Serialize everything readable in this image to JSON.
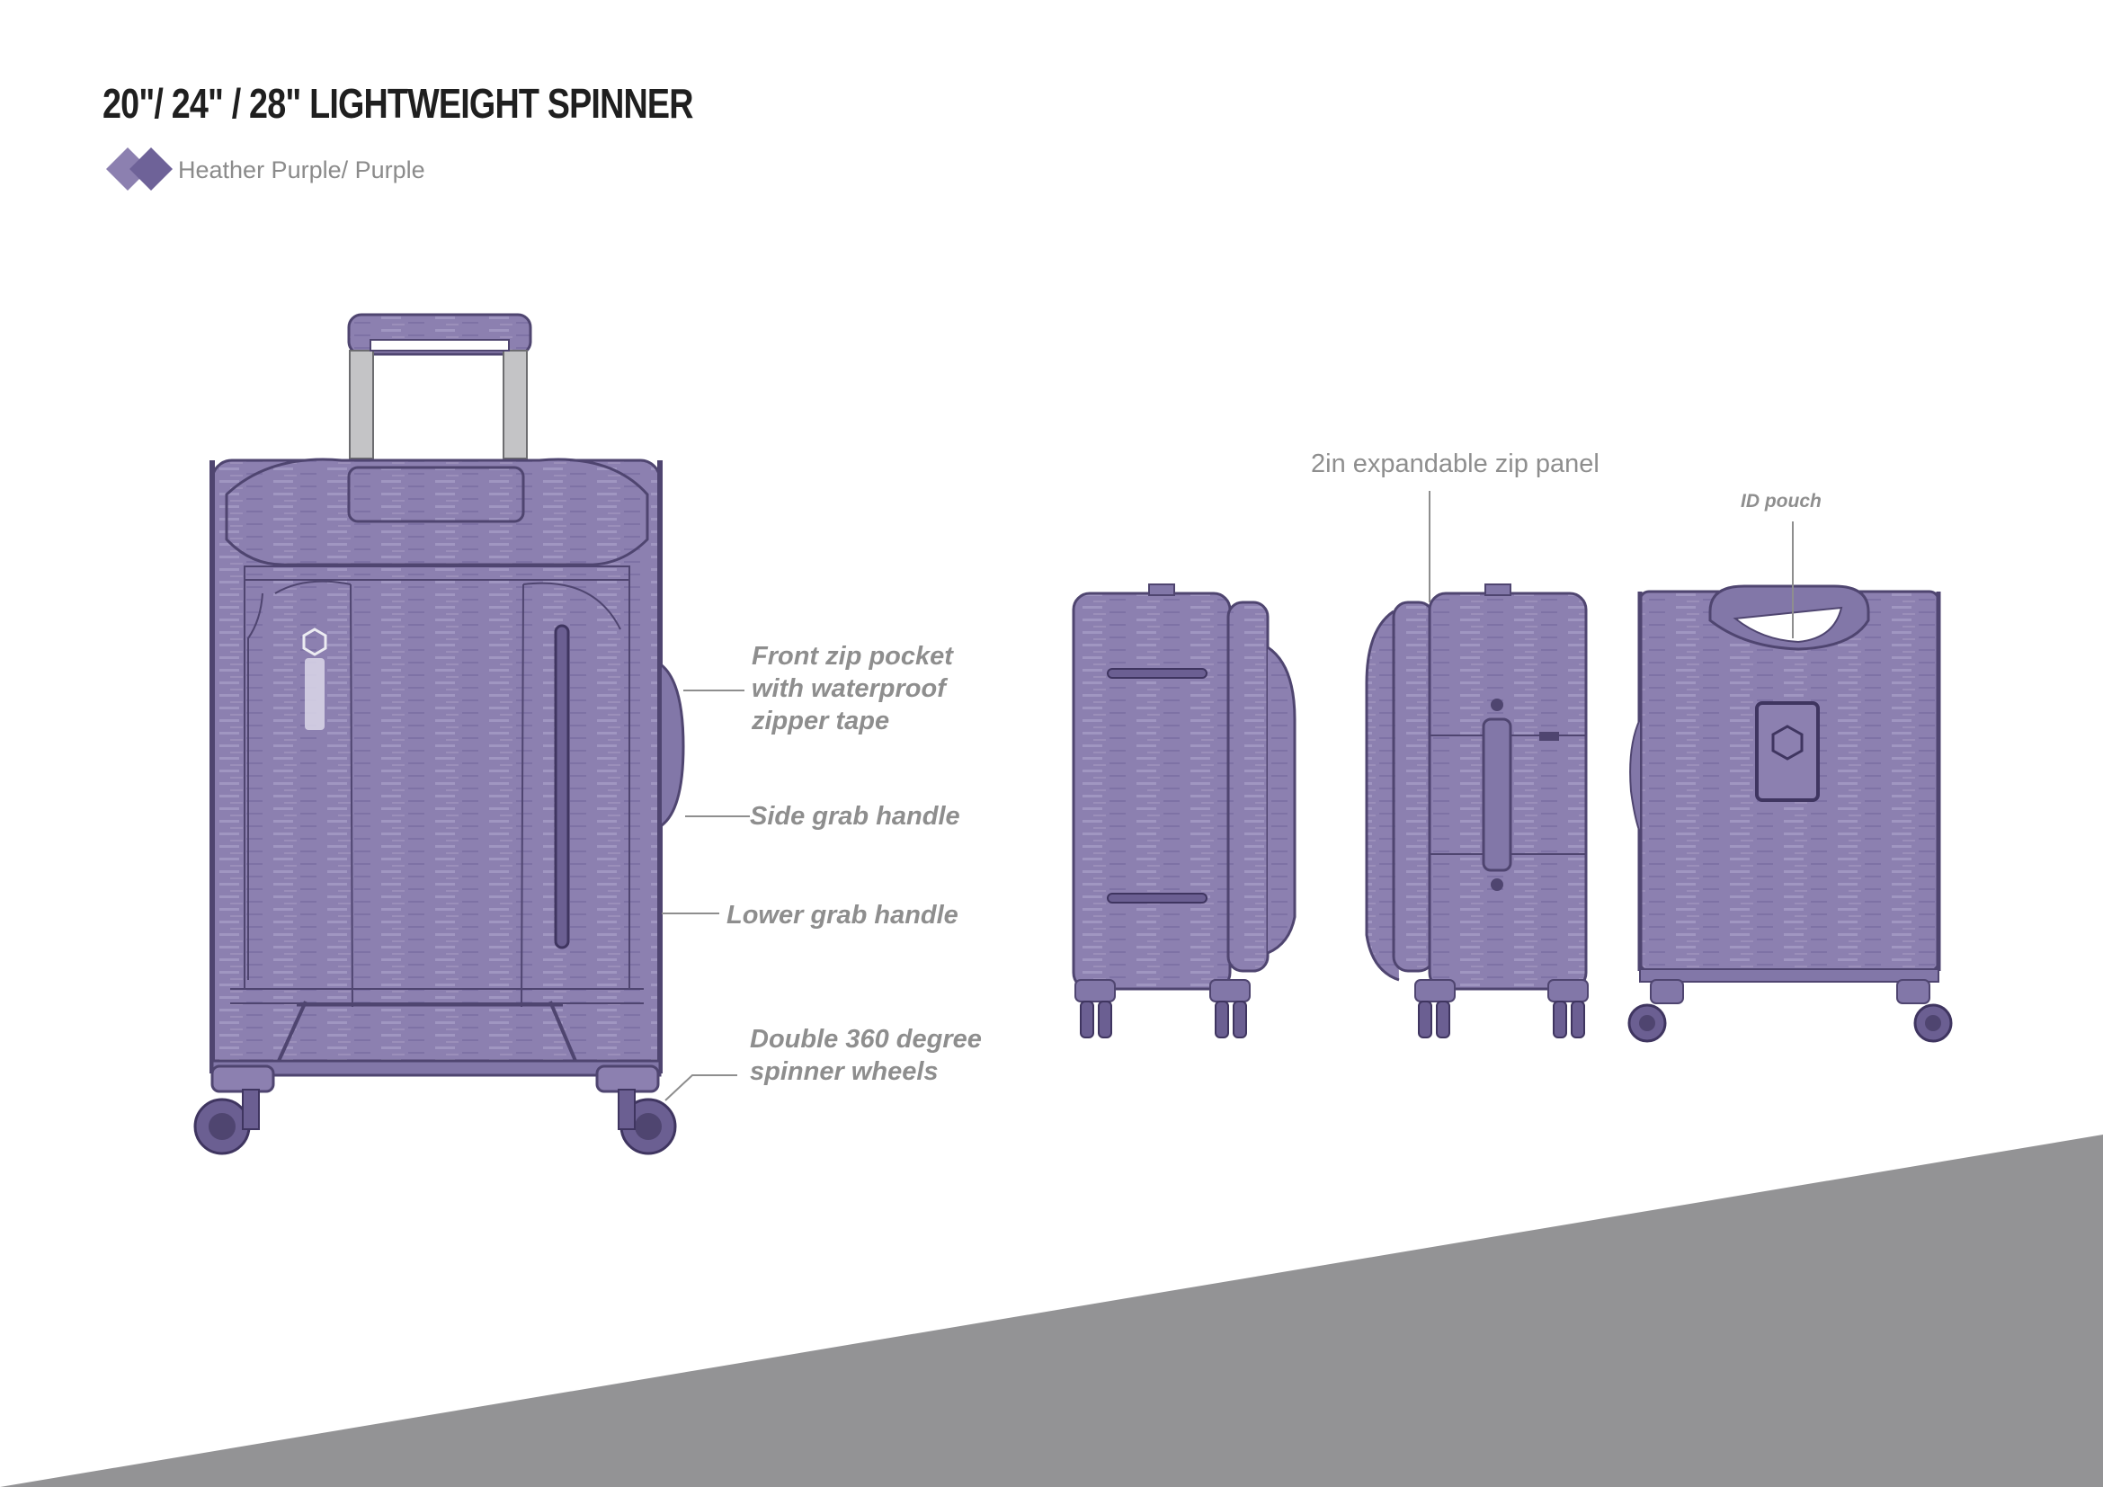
{
  "product": {
    "title": "20\"/ 24\" / 28\" LIGHTWEIGHT SPINNER",
    "color_name": "Heather Purple/ Purple",
    "colors": {
      "heather": "#8c80b0",
      "trim": "#5e5283",
      "frame": "#c4c4c6",
      "stripe": "#9a9a9c"
    }
  },
  "callouts": {
    "front_pocket": [
      "Front zip pocket",
      "with waterproof",
      "zipper tape"
    ],
    "side_grab": "Side grab handle",
    "lower_grab": "Lower grab handle",
    "wheels": [
      "Double 360 degree",
      "spinner wheels"
    ],
    "expand_panel": "2in expandable zip panel",
    "id_pouch": "ID pouch"
  },
  "views": [
    "front-view",
    "side-view-left",
    "side-view-right",
    "back-view"
  ],
  "icons": [
    "diamond-swatch-icon",
    "brand-logo-icon"
  ]
}
